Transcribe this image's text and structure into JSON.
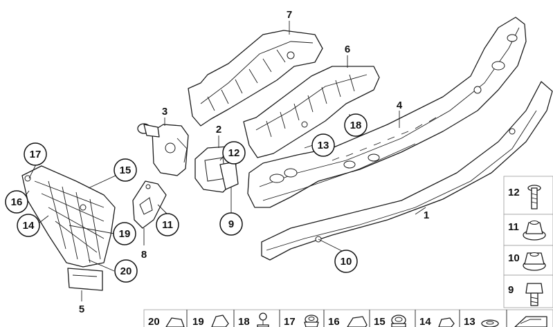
{
  "callouts": {
    "c1": "1",
    "c2": "2",
    "c3": "3",
    "c4": "4",
    "c5": "5",
    "c6": "6",
    "c7": "7",
    "c8": "8",
    "c9": "9",
    "c10": "10",
    "c11": "11",
    "c12": "12",
    "c13": "13",
    "c14": "14",
    "c15": "15",
    "c16": "16",
    "c17": "17",
    "c18": "18",
    "c19": "19",
    "c20": "20"
  },
  "legend_side": [
    "12",
    "11",
    "10",
    "9"
  ],
  "legend_bottom": [
    "20",
    "19",
    "18",
    "17",
    "16",
    "15",
    "14",
    "13"
  ]
}
